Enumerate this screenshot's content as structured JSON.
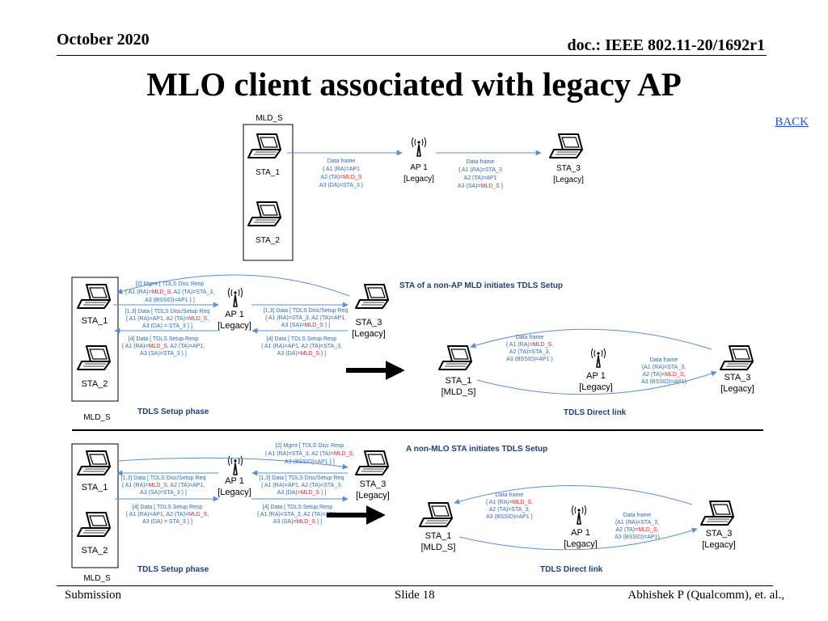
{
  "header": {
    "date": "October 2020",
    "doc": "doc.: IEEE 802.11-20/1692r1"
  },
  "title": "MLO client associated with legacy AP",
  "back_link": "BACK",
  "colors": {
    "arrow": "#5b8fd0",
    "label_blue": "#2e6bb8",
    "highlight_red": "#e02020",
    "heading": "#1f3f7a"
  },
  "diagram1": {
    "mld": "MLD_S",
    "sta1": "STA_1",
    "sta2": "STA_2",
    "ap": [
      "AP 1",
      "[Legacy]"
    ],
    "sta3": [
      "STA_3",
      "[Legacy]"
    ],
    "frame1": [
      "Data frame",
      "{ A1 (RA)=AP1",
      "A2 (TA)=",
      "MLD_S",
      "A3 (DA)=STA_3 }"
    ],
    "frame2": [
      "Data frame",
      "{ A1 (RA)=STA_3",
      "A2 (TA)=AP1",
      "A3 (SA)=",
      "MLD_S",
      " }"
    ]
  },
  "panel1": {
    "heading": "STA of a non-AP MLD initiates TDLS Setup",
    "phase": "TDLS Setup phase",
    "direct": "TDLS Direct link",
    "mld": "MLD_S",
    "sta1": "STA_1",
    "sta2": "STA_2",
    "ap": [
      "AP 1",
      "[Legacy]"
    ],
    "sta3": [
      "STA_3",
      "[Legacy]"
    ],
    "m2": [
      "[2] Mgmt [ TDLS Disc Resp",
      "{ A1 (RA)=",
      "MLD_S",
      ", A2 (TA)=STA_3,",
      "A3 (BSSID)=AP1 } ]"
    ],
    "m13l": [
      "[1,3] Data [ TDLS Disc/Setup Req",
      "{ A1 (RA)=AP1, A2 (TA)=",
      "MLD_S",
      ",",
      "A3 (DA) = STA_3 } ]"
    ],
    "m13r": [
      "[1,3] Data [ TDLS Disc/Setup Req",
      "{ A1 (RA)=STA_3, A2 (TA)=AP1,",
      "A3 (SA)=",
      "MLD_S",
      " } ]"
    ],
    "m4l": [
      "[4] Data [ TDLS Setup Resp",
      "{ A1 (RA)=",
      "MLD_S",
      ", A2 (TA)=AP1,",
      "A3 (SA)=STA_3 } ]"
    ],
    "m4r": [
      "[4] Data [ TDLS Setup Resp",
      "{ A1 (RA)=AP1, A2 (TA)=STA_3,",
      "A3 (DA)=",
      "MLD_S",
      " } ]"
    ],
    "dsta1": [
      "STA_1",
      "[MLD_S]"
    ],
    "dap": [
      "AP 1",
      "[Legacy]"
    ],
    "dsta3": [
      "STA_3",
      "[Legacy]"
    ],
    "df1": [
      "Data frame",
      "{ A1 (RA)=",
      "MLD_S",
      ",",
      "A2 (TA)=STA_3,",
      "A3 (BSSID)=AP1 }"
    ],
    "df2": [
      "Data frame",
      "{A1 (RA)=STA_3,",
      "A2 (TA)=",
      "MLD_S",
      ",",
      "A3 (BSSID)=AP1}"
    ]
  },
  "panel2": {
    "heading": "A non-MLO STA initiates TDLS Setup",
    "phase": "TDLS Setup phase",
    "direct": "TDLS Direct link",
    "mld": "MLD_S",
    "sta1": "STA_1",
    "sta2": "STA_2",
    "ap": [
      "AP 1",
      "[Legacy]"
    ],
    "sta3": [
      "STA_3",
      "[Legacy]"
    ],
    "m2": [
      "[2] Mgmt [ TDLS Disc Resp",
      "{ A1 (RA)=STA_3, A2 (TA)=",
      "MLD_S",
      ",",
      "A3 (BSSID)=AP1 } ]"
    ],
    "m13l": [
      "[1,3] Data [ TDLS Disc/Setup Req",
      "{ A1 (RA)=",
      "MLD_S",
      ", A2 (TA)=AP1,",
      "A3 (SA)=STA_3 } ]"
    ],
    "m13r": [
      "[1,3] Data [ TDLS Disc/Setup Req",
      "{ A1 (RA)=AP1, A2 (TA)=STA_3,",
      "A3 (DA)=",
      "MLD_S",
      " } ]"
    ],
    "m4l": [
      "[4] Data [ TDLS Setup Resp",
      "{ A1 (RA)=AP1, A2 (TA)=",
      "MLD_S",
      ",",
      "A3 (DA) = STA_3 } ]"
    ],
    "m4r": [
      "[4] Data [ TDLS Setup Resp",
      "{ A1 (RA)=STA_3, A2 (TA)=AP1,",
      "A3 (SA)=",
      "MLD_S",
      " } ]"
    ],
    "dsta1": [
      "STA_1",
      "[MLD_S]"
    ],
    "dap": [
      "AP 1",
      "[Legacy]"
    ],
    "dsta3": [
      "STA_3",
      "[Legacy]"
    ],
    "df1": [
      "Data frame",
      "{ A1 (RA)=",
      "MLD_S",
      ",",
      "A2 (TA)=STA_3,",
      "A3 (BSSID)=AP1 }"
    ],
    "df2": [
      "Data frame",
      "{A1 (RA)=STA_3,",
      "A2 (TA)=",
      "MLD_S",
      ",",
      "A3 (BSSID)=AP1}"
    ]
  },
  "footer": {
    "left": "Submission",
    "middle": "Slide 18",
    "right": "Abhishek P (Qualcomm), et. al.,"
  }
}
